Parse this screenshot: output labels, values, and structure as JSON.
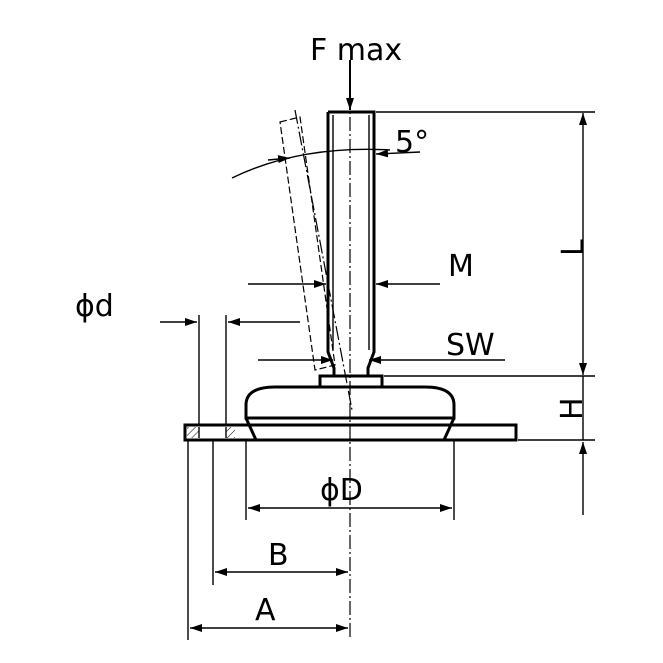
{
  "drawing": {
    "labels": {
      "fmax": "F max",
      "angle": "5°",
      "thread": "M",
      "hole_dia": "ϕd",
      "wrench": "SW",
      "length": "L",
      "height": "H",
      "base_dia": "ϕD",
      "dim_b": "B",
      "dim_a": "A"
    },
    "colors": {
      "line": "#000000",
      "background": "#ffffff"
    }
  }
}
